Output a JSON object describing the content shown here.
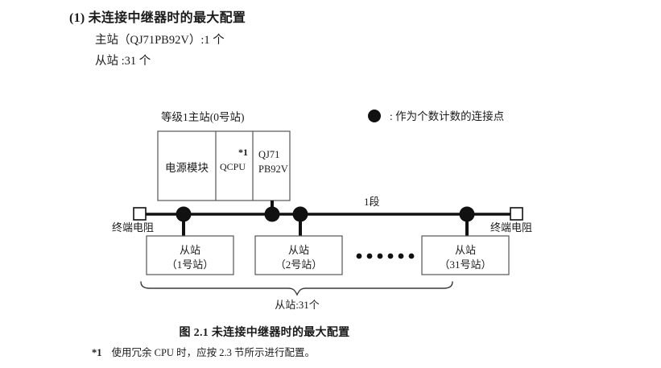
{
  "section": {
    "number": "(1)",
    "title": "未连接中继器时的最大配置",
    "specs": [
      {
        "label": "主站（QJ71PB92V）:1 个"
      },
      {
        "label": "从站 :31 个"
      }
    ]
  },
  "diagram": {
    "master_title": "等级1主站(0号站)",
    "legend": {
      "symbol": "filled-circle",
      "text": ": 作为个数计数的连接点"
    },
    "segment_label": "1段",
    "terminator_left": "终端电阻",
    "terminator_right": "终端电阻",
    "master_unit": {
      "cells": [
        {
          "name": "power-module",
          "text": "电源模块"
        },
        {
          "name": "qcpu",
          "text": "QCPU",
          "superscript": "*1"
        },
        {
          "name": "network-module",
          "line1": "QJ71",
          "line2": "PB92V"
        }
      ]
    },
    "slaves": [
      {
        "name": "slave-1",
        "line1": "从站",
        "line2": "（1号站）"
      },
      {
        "name": "slave-2",
        "line1": "从站",
        "line2": "（2号站）"
      },
      {
        "name": "slave-31",
        "line1": "从站",
        "line2": "（31号站）"
      }
    ],
    "ellipsis_dots": 6,
    "brace_label": "从站:31个"
  },
  "caption": "图 2.1  未连接中继器时的最大配置",
  "footnote": {
    "mark": "*1",
    "text": "使用冗余 CPU 时，应按 2.3 节所示进行配置。"
  },
  "colors": {
    "ink": "#1a1a1a",
    "line": "#3a3a3a",
    "box_border": "#555555",
    "bus": "#111111",
    "paper": "#ffffff"
  }
}
